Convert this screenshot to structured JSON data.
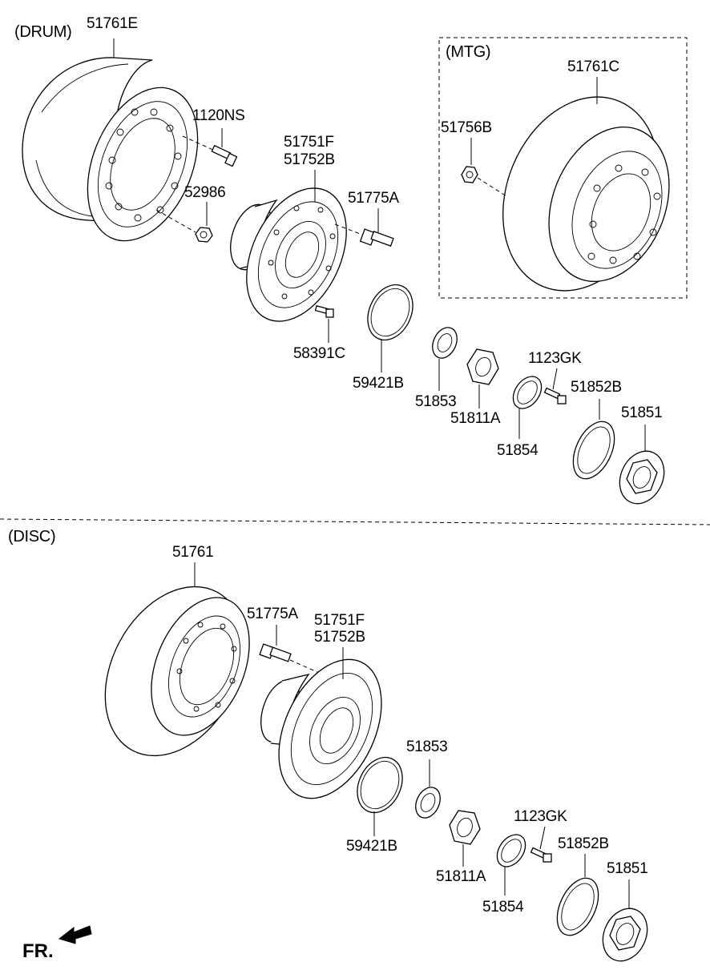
{
  "sections": {
    "drum": "(DRUM)",
    "mtg": "(MTG)",
    "disc": "(DISC)"
  },
  "front_marker": "FR.",
  "drum_labels": {
    "drum_main": "51761E",
    "bolt": "1120NS",
    "nut": "52986",
    "hub_a": "51751F",
    "hub_b": "51752B",
    "stud": "51775A",
    "hub_bolt": "58391C",
    "seal": "59421B",
    "washer": "51853",
    "lock_nut": "51811A",
    "screw": "1123GK",
    "lock_plate": "51854",
    "ring": "51852B",
    "hub_nut": "51851"
  },
  "mtg_labels": {
    "drum": "51761C",
    "nut": "51756B"
  },
  "disc_labels": {
    "disc": "51761",
    "stud": "51775A",
    "hub_a": "51751F",
    "hub_b": "51752B",
    "washer": "51853",
    "seal": "59421B",
    "screw": "1123GK",
    "ring": "51852B",
    "lock_nut": "51811A",
    "hub_nut": "51851",
    "lock_plate": "51854"
  }
}
